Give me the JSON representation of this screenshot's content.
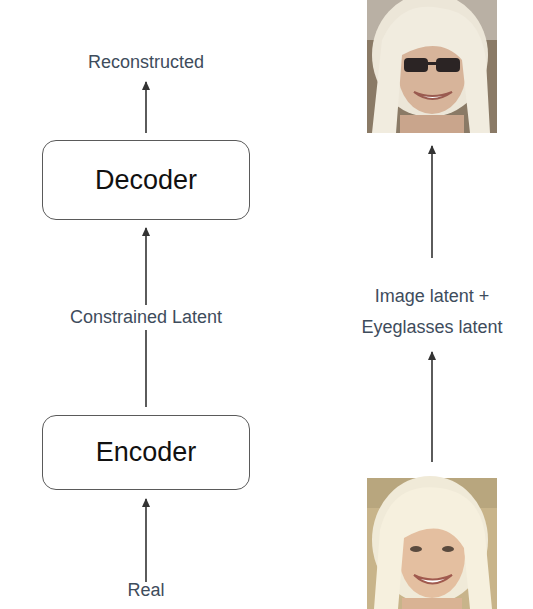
{
  "diagram": {
    "nodes": [
      {
        "text": [
          "Decoder"
        ]
      },
      {
        "text": [
          "Encoder"
        ]
      }
    ],
    "edges": [
      {
        "from": 1,
        "to": 0,
        "arrow": "to",
        "label": "Constrained Latent"
      }
    ],
    "labels": [
      "Reconstructed",
      "Real",
      "Image latent + Eyeglasses latent"
    ]
  }
}
